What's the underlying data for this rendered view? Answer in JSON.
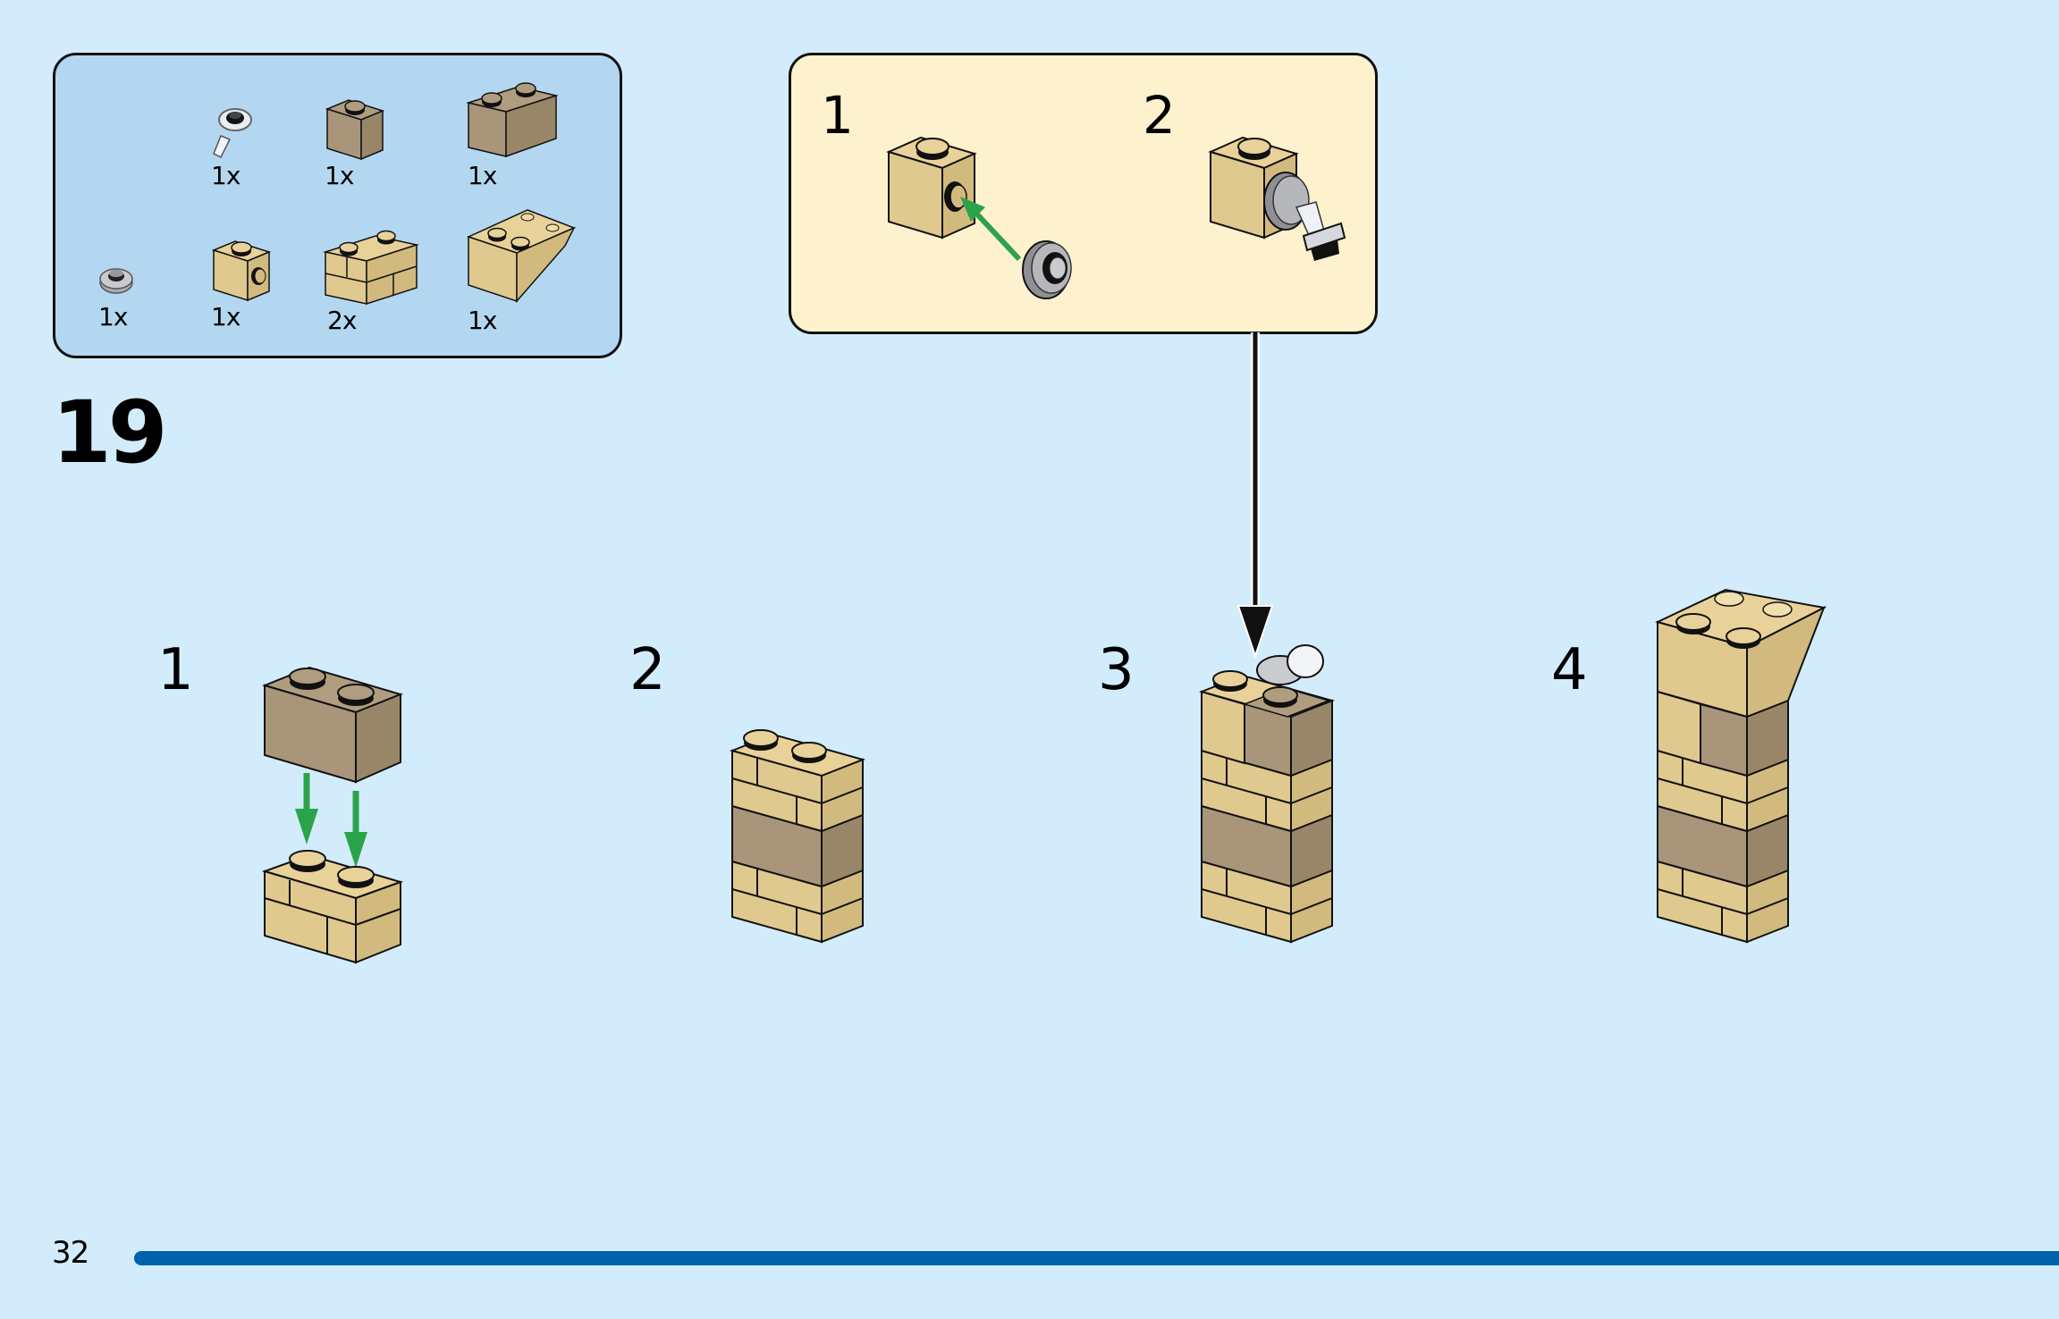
{
  "page": {
    "number": "32",
    "background_color": "#D3ECFC",
    "accent_color": "#0062AD"
  },
  "parts_list": {
    "background_color": "#B3D7F1",
    "items": [
      {
        "part": "transparent-clear-round-plate-with-bar-handle",
        "quantity": "1x"
      },
      {
        "part": "dark-tan-brick-1x1",
        "quantity": "1x"
      },
      {
        "part": "dark-tan-brick-1x2",
        "quantity": "1x"
      },
      {
        "part": "light-bluish-gray-round-plate-1x1",
        "quantity": "1x"
      },
      {
        "part": "tan-brick-1x1-with-side-stud",
        "quantity": "1x"
      },
      {
        "part": "tan-brick-1x2-masonry-profile",
        "quantity": "2x"
      },
      {
        "part": "tan-inverted-slope-2x2",
        "quantity": "1x"
      }
    ]
  },
  "step": {
    "number": "19",
    "sub_assembly": {
      "background_color": "#FEF2CE",
      "substeps": [
        {
          "number": "1",
          "description": "Attach gray round plate to side stud of tan 1x1 brick"
        },
        {
          "number": "2",
          "description": "Attach clear plate with bar to round plate"
        }
      ]
    },
    "substeps": [
      {
        "number": "1",
        "description": "Place dark tan 1x2 brick onto tan masonry brick"
      },
      {
        "number": "2",
        "description": "Column of masonry bricks with dark tan layer"
      },
      {
        "number": "3",
        "description": "Add tan 1x1 with lamp sub-assembly and dark tan 1x1 brick"
      },
      {
        "number": "4",
        "description": "Add tan inverted slope 2x2 on top"
      }
    ]
  },
  "colors": {
    "tan": "#E0C98F",
    "tan_side": "#D2BA7E",
    "dark_tan": "#A8957A",
    "dark_tan_side": "#998669",
    "gray": "#A9ABAE",
    "arrow_green": "#2BA34A",
    "outline": "#111111"
  }
}
